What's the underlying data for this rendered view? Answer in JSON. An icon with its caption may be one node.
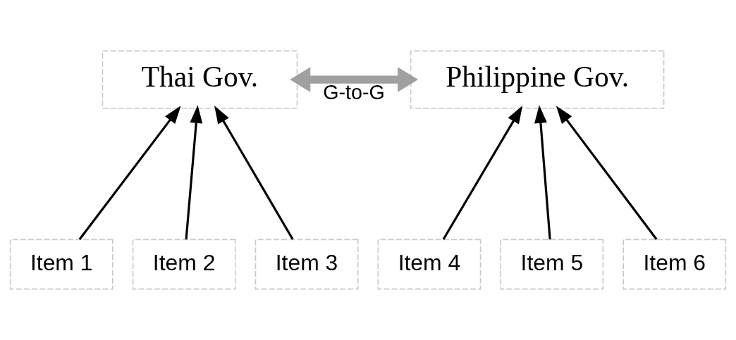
{
  "diagram": {
    "nodes": [
      {
        "text": [
          "Thai Gov."
        ]
      },
      {
        "text": [
          "Philippine Gov."
        ]
      },
      {
        "text": [
          "Item 1"
        ]
      },
      {
        "text": [
          "Item 2"
        ]
      },
      {
        "text": [
          "Item 3"
        ]
      },
      {
        "text": [
          "Item 4"
        ]
      },
      {
        "text": [
          "Item 5"
        ]
      },
      {
        "text": [
          "Item 6"
        ]
      }
    ],
    "edges": [
      {
        "from": 0,
        "to": 1,
        "arrow": "both",
        "label": "G-to-G",
        "style": "thick",
        "color": "#a0a0a0"
      },
      {
        "from": 2,
        "to": 0,
        "arrow": "to"
      },
      {
        "from": 3,
        "to": 0,
        "arrow": "to"
      },
      {
        "from": 4,
        "to": 0,
        "arrow": "to"
      },
      {
        "from": 5,
        "to": 1,
        "arrow": "to"
      },
      {
        "from": 6,
        "to": 1,
        "arrow": "to"
      },
      {
        "from": 7,
        "to": 1,
        "arrow": "to"
      }
    ]
  }
}
